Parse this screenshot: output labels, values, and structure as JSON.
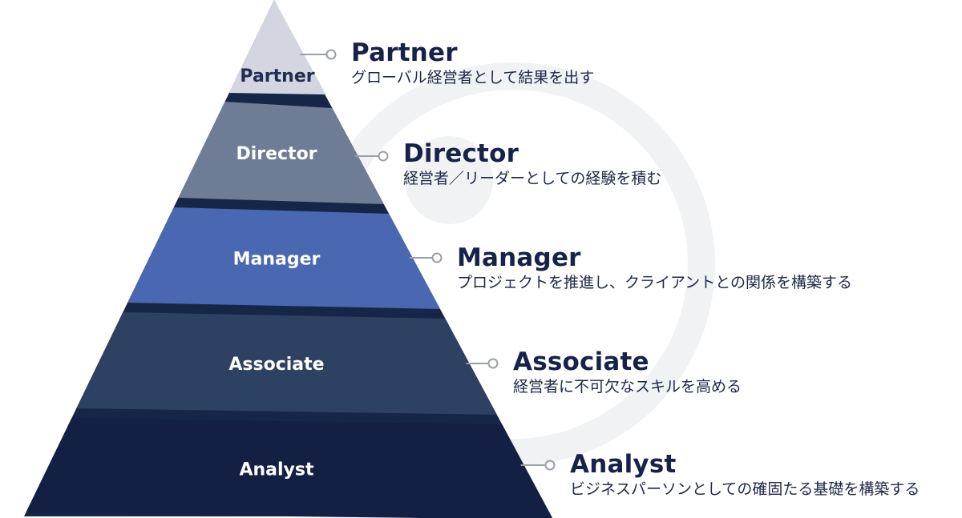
{
  "colors": {
    "background": "#ffffff",
    "gap_band": "#162647",
    "connector": "#9aa0a8",
    "watermark": "#f1f2f4",
    "title_text": "#16224a",
    "desc_text": "#1d2846"
  },
  "tiers": [
    {
      "label": "Partner",
      "color": "#d3d6e1",
      "text_color": "#1f2d52",
      "title": "Partner",
      "description": "グローバル経営者として結果を出す"
    },
    {
      "label": "Director",
      "color": "#6e7d95",
      "text_color": "#ffffff",
      "title": "Director",
      "description": "経営者／リーダーとしての経験を積む"
    },
    {
      "label": "Manager",
      "color": "#4968b1",
      "text_color": "#ffffff",
      "title": "Manager",
      "description": "プロジェクトを推進し、クライアントとの関係を構築する"
    },
    {
      "label": "Associate",
      "color": "#2d4163",
      "text_color": "#ffffff",
      "title": "Associate",
      "description": "経営者に不可欠なスキルを高める"
    },
    {
      "label": "Analyst",
      "color": "#141f44",
      "text_color": "#ffffff",
      "title": "Analyst",
      "description": "ビジネスパーソンとしての確固たる基礎を構築する"
    }
  ]
}
